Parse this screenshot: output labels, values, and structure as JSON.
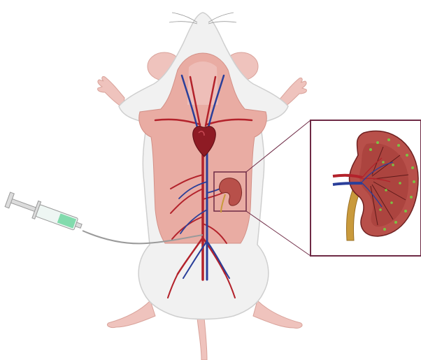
{
  "figure": {
    "subject": "mouse-dissection-illustration",
    "parts": {
      "mouse": "mouse-body-icon",
      "heart": "heart-icon",
      "vessels": "blood-vessel-network",
      "kidney": "kidney-icon",
      "syringe": "syringe-icon",
      "inset": "kidney-magnified-inset"
    }
  },
  "colors": {
    "fur": "#f1f1f1",
    "fur_outline": "#cfcfcf",
    "skin": "#efc3bd",
    "tissue": "#e9aca3",
    "artery": "#b3222b",
    "vein": "#2a3f9a",
    "heart": "#8e1b24",
    "kidney": "#b8504a",
    "kidney_cortex": "#a63f3a",
    "ureter": "#c99a3c",
    "frame": "#6e2a45",
    "glomeruli": "#7cc243",
    "syringe_fluid": "#6fd6a0",
    "syringe_body": "#dcdcdc"
  }
}
